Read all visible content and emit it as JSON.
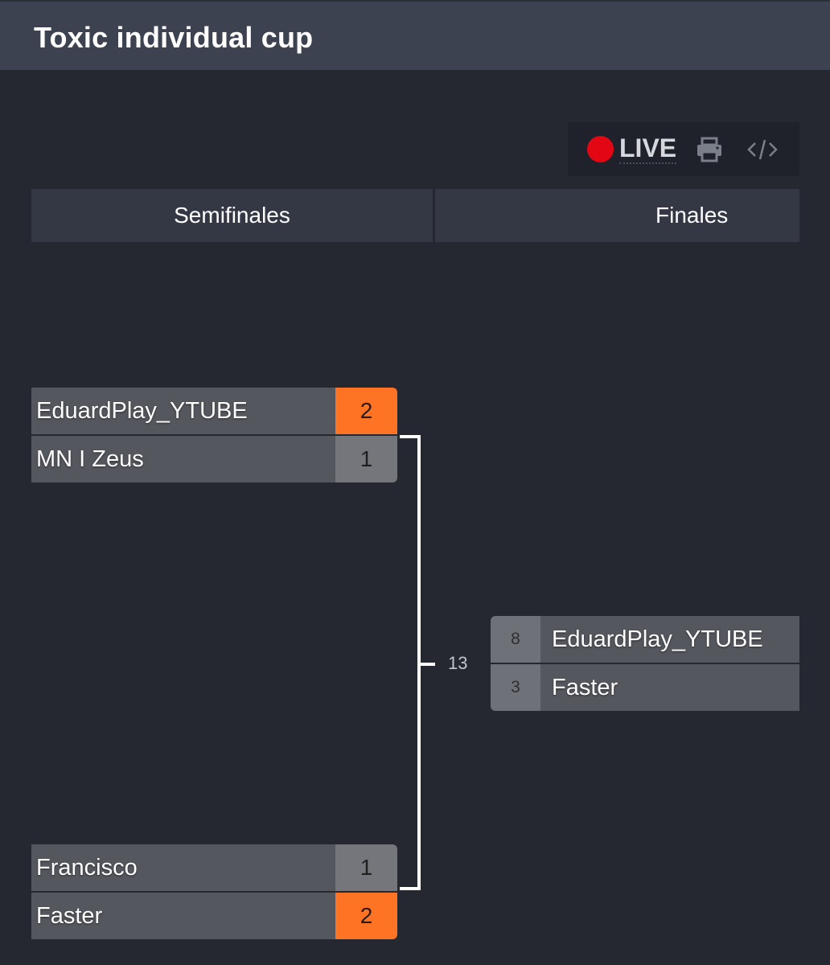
{
  "header": {
    "title": "Toxic individual cup"
  },
  "toolbar": {
    "live_label": "LIVE",
    "live_color": "#e30613",
    "icons": [
      "print-icon",
      "embed-code-icon"
    ]
  },
  "rounds": [
    {
      "label": "Semifinales"
    },
    {
      "label": "Finales"
    }
  ],
  "matches": {
    "semi1": {
      "team1": {
        "name": "EduardPlay_YTUBE",
        "score": "2",
        "winner": true
      },
      "team2": {
        "name": "MN I Zeus",
        "score": "1",
        "winner": false
      }
    },
    "semi2": {
      "team1": {
        "name": "Francisco",
        "score": "1",
        "winner": false
      },
      "team2": {
        "name": "Faster",
        "score": "2",
        "winner": true
      }
    },
    "final": {
      "number": "13",
      "team1": {
        "name": "EduardPlay_YTUBE",
        "score": "8"
      },
      "team2": {
        "name": "Faster",
        "score": "3"
      }
    }
  },
  "colors": {
    "win": "#ff7324",
    "background": "#252831",
    "header": "#3d4250"
  }
}
